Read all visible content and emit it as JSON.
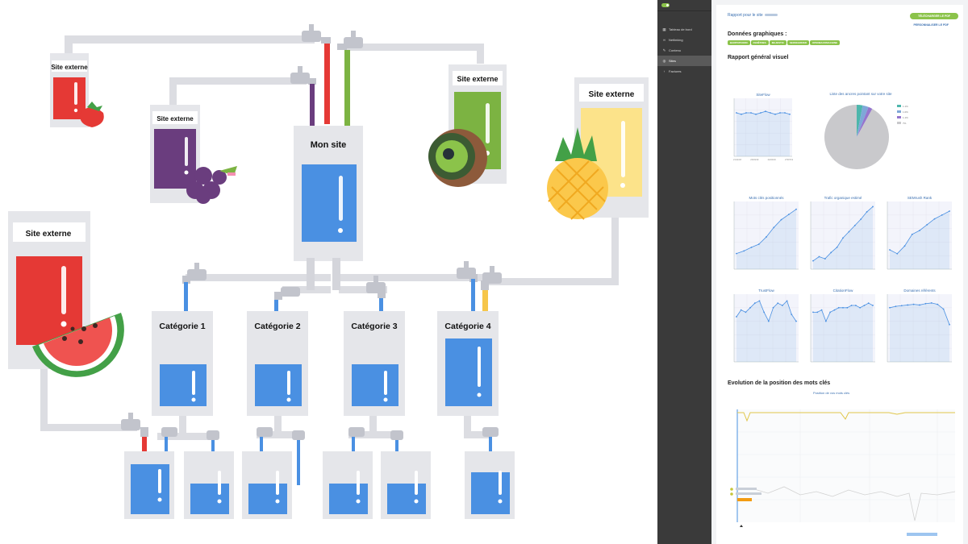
{
  "illustration": {
    "central_label": "Mon site",
    "external_label": "Site externe",
    "categories": [
      "Catégorie 1",
      "Catégorie 2",
      "Catégorie 3",
      "Catégorie 4"
    ]
  },
  "sidebar": {
    "items": [
      {
        "label": "Tableau de bord",
        "icon": "dashboard-icon"
      },
      {
        "label": "Netlinking",
        "icon": "link-icon"
      },
      {
        "label": "Contenu",
        "icon": "pencil-icon"
      },
      {
        "label": "Sites",
        "icon": "globe-icon",
        "active": true
      },
      {
        "label": "Factures",
        "icon": "chevron-left-icon"
      }
    ]
  },
  "report": {
    "title": "Rapport pour le site",
    "download_label": "TÉLÉCHARGER LE PDF",
    "customize_label": "PERSONNALISER LE PDF",
    "data_title": "Données graphiques :",
    "chips": [
      "BARPOPCORN",
      "FENÊTRES",
      "MAJESTIC",
      "SEONGERVER",
      "OPENBACKMACHINE"
    ],
    "visual_title": "Rapport général visuel",
    "keywords_title": "Evolution de la position des mots clés",
    "keywords_subtitle": "Position de vos mots clés"
  },
  "chart_data": [
    {
      "type": "line",
      "title": "SiteFlow",
      "x": [
        "21/11/18",
        "23/03/19",
        "24/04/19",
        "27/07/19"
      ],
      "values": [
        30,
        29,
        30,
        30,
        29,
        30,
        31,
        30,
        29,
        30,
        30,
        29
      ],
      "ylim": [
        0,
        40
      ]
    },
    {
      "type": "pie",
      "title": "Liste des ancres pointant sur votre site",
      "values": [
        92,
        3,
        3,
        2
      ],
      "colors": [
        "#c9c9cc",
        "#4db6ac",
        "#7fa7d8",
        "#9575cd"
      ],
      "legend": [
        "1.1%",
        "1.0%",
        "1.1%",
        "7%"
      ]
    },
    {
      "type": "line",
      "title": "Mots clés positionnés",
      "values": [
        1300,
        1350,
        1420,
        1480,
        1620,
        1800,
        1950,
        2050,
        2150
      ],
      "ylim": [
        1000,
        2300
      ]
    },
    {
      "type": "line",
      "title": "Trafic organique estimé",
      "values": [
        480,
        520,
        500,
        560,
        610,
        700,
        760,
        820,
        880,
        950,
        1000
      ],
      "ylim": [
        400,
        1050
      ]
    },
    {
      "type": "line",
      "title": "SEMrush Rank",
      "values": [
        40000,
        38000,
        42000,
        48000,
        50000,
        53000,
        56000,
        58000,
        60000
      ],
      "ylim": [
        30000,
        65000
      ]
    },
    {
      "type": "line",
      "title": "TrustFlow",
      "values": [
        20,
        23,
        22,
        24,
        26,
        27,
        22,
        18,
        24,
        26,
        25,
        27,
        21,
        18
      ],
      "ylim": [
        0,
        30
      ]
    },
    {
      "type": "line",
      "title": "CitationFlow",
      "values": [
        22,
        22,
        23,
        18,
        22,
        23,
        24,
        24,
        24,
        25,
        25,
        24,
        25,
        26,
        25
      ],
      "ylim": [
        0,
        30
      ]
    },
    {
      "type": "line",
      "title": "Domaines référents",
      "values": [
        80,
        82,
        83,
        84,
        85,
        84,
        86,
        87,
        85,
        78,
        55
      ],
      "ylim": [
        0,
        100
      ]
    }
  ]
}
